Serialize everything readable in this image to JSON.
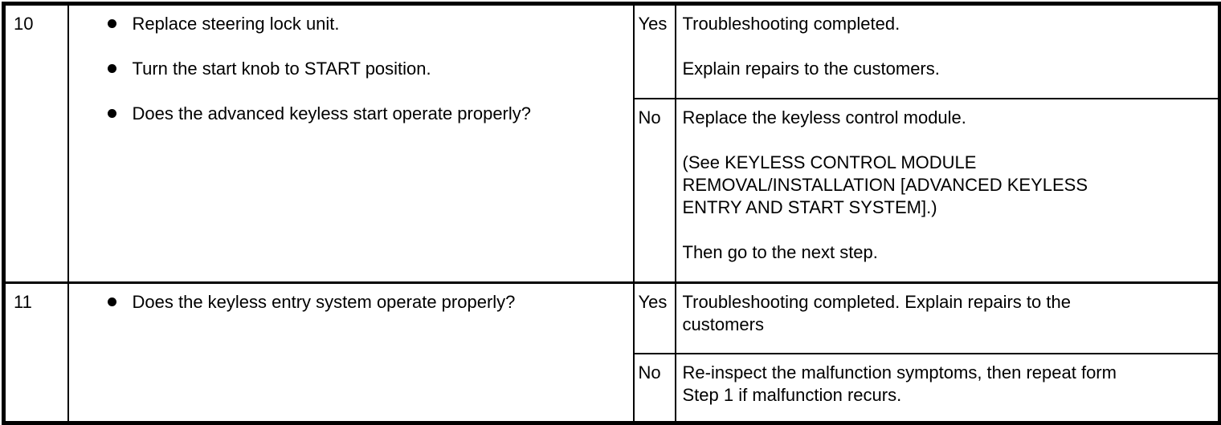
{
  "document": {
    "type": "troubleshooting-step-table",
    "colors": {
      "text": "#000000",
      "background": "#ffffff",
      "border": "#000000"
    },
    "rows": [
      {
        "step": "10",
        "actions": [
          "Replace steering lock unit.",
          "Turn the start knob to START position.",
          "Does the advanced keyless start operate properly?"
        ],
        "branches": [
          {
            "answer": "Yes",
            "paragraphs": [
              [
                "Troubleshooting completed."
              ],
              [
                "Explain repairs to the customers."
              ]
            ]
          },
          {
            "answer": "No",
            "paragraphs": [
              [
                "Replace the keyless control module."
              ],
              [
                "(See KEYLESS CONTROL MODULE",
                "REMOVAL/INSTALLATION [ADVANCED KEYLESS",
                "ENTRY AND START SYSTEM].)"
              ],
              [
                "Then go to the next step."
              ]
            ]
          }
        ]
      },
      {
        "step": "11",
        "actions": [
          "Does the keyless entry system operate properly?"
        ],
        "branches": [
          {
            "answer": "Yes",
            "paragraphs": [
              [
                "Troubleshooting completed. Explain repairs to the",
                "customers"
              ]
            ]
          },
          {
            "answer": "No",
            "paragraphs": [
              [
                "Re-inspect the malfunction symptoms, then repeat form",
                "Step 1 if malfunction recurs."
              ]
            ]
          }
        ]
      }
    ]
  }
}
